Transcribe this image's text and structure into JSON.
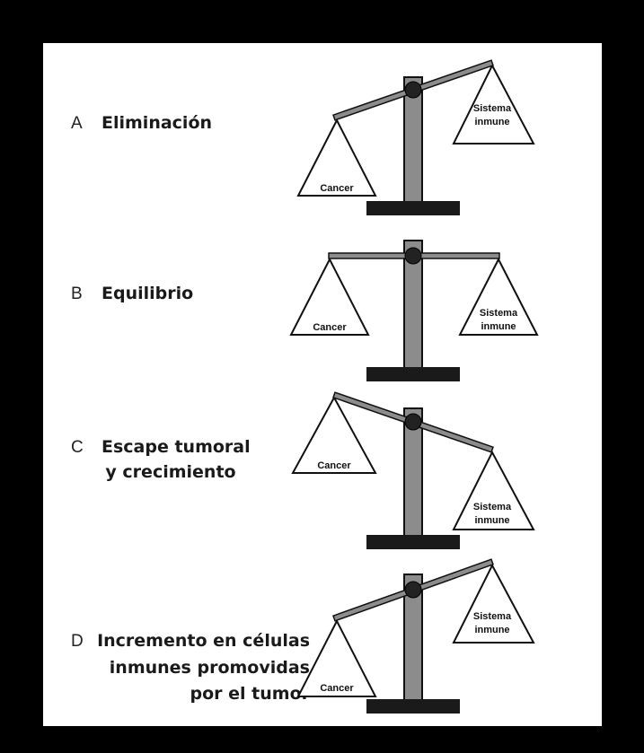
{
  "panels": [
    {
      "letter": "A",
      "title_lines": [
        "Eliminación"
      ],
      "left_label": [
        "Cancer"
      ],
      "right_label": [
        "Sistema",
        "inmune"
      ]
    },
    {
      "letter": "B",
      "title_lines": [
        "Equilibrio"
      ],
      "left_label": [
        "Cancer"
      ],
      "right_label": [
        "Sistema",
        "inmune"
      ]
    },
    {
      "letter": "C",
      "title_lines": [
        "Escape tumoral",
        "y crecimiento"
      ],
      "left_label": [
        "Cancer"
      ],
      "right_label": [
        "Sistema",
        "inmune"
      ]
    },
    {
      "letter": "D",
      "title_lines": [
        "Incremento en células",
        "inmunes promovidas",
        "por el tumor"
      ],
      "left_label": [
        "Cancer"
      ],
      "right_label": [
        "Sistema",
        "inmune"
      ]
    }
  ]
}
